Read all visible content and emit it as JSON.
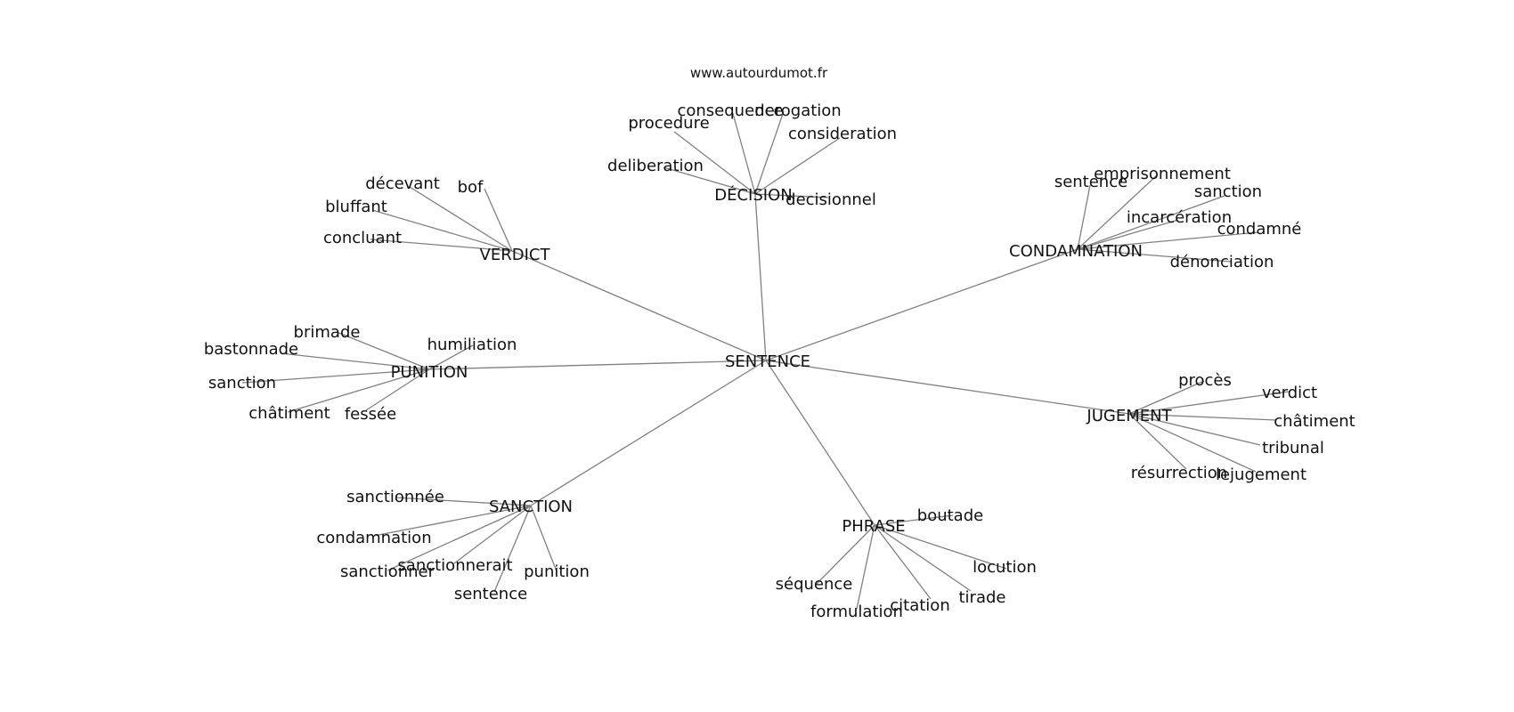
{
  "source": "www.autourdumot.fr",
  "graph": {
    "center": "SENTENCE",
    "clusters": [
      {
        "hub": "DÉCISION",
        "words": [
          "procedure",
          "consequence",
          "derogation",
          "consideration",
          "deliberation",
          "decisionnel"
        ]
      },
      {
        "hub": "VERDICT",
        "words": [
          "décevant",
          "bof",
          "bluffant",
          "concluant"
        ]
      },
      {
        "hub": "CONDAMNATION",
        "words": [
          "sentence",
          "emprisonnement",
          "sanction",
          "incarcération",
          "condamné",
          "dénonciation"
        ]
      },
      {
        "hub": "PUNITION",
        "words": [
          "brimade",
          "humiliation",
          "bastonnade",
          "sanction",
          "châtiment",
          "fessée"
        ]
      },
      {
        "hub": "JUGEMENT",
        "words": [
          "procès",
          "verdict",
          "châtiment",
          "tribunal",
          "résurrection",
          "lejugement"
        ]
      },
      {
        "hub": "SANCTION",
        "words": [
          "sanctionnée",
          "condamnation",
          "sanctionnerait",
          "sanctionner",
          "punition",
          "sentence"
        ]
      },
      {
        "hub": "PHRASE",
        "words": [
          "boutade",
          "locution",
          "séquence",
          "tirade",
          "citation",
          "formulation"
        ]
      }
    ]
  }
}
